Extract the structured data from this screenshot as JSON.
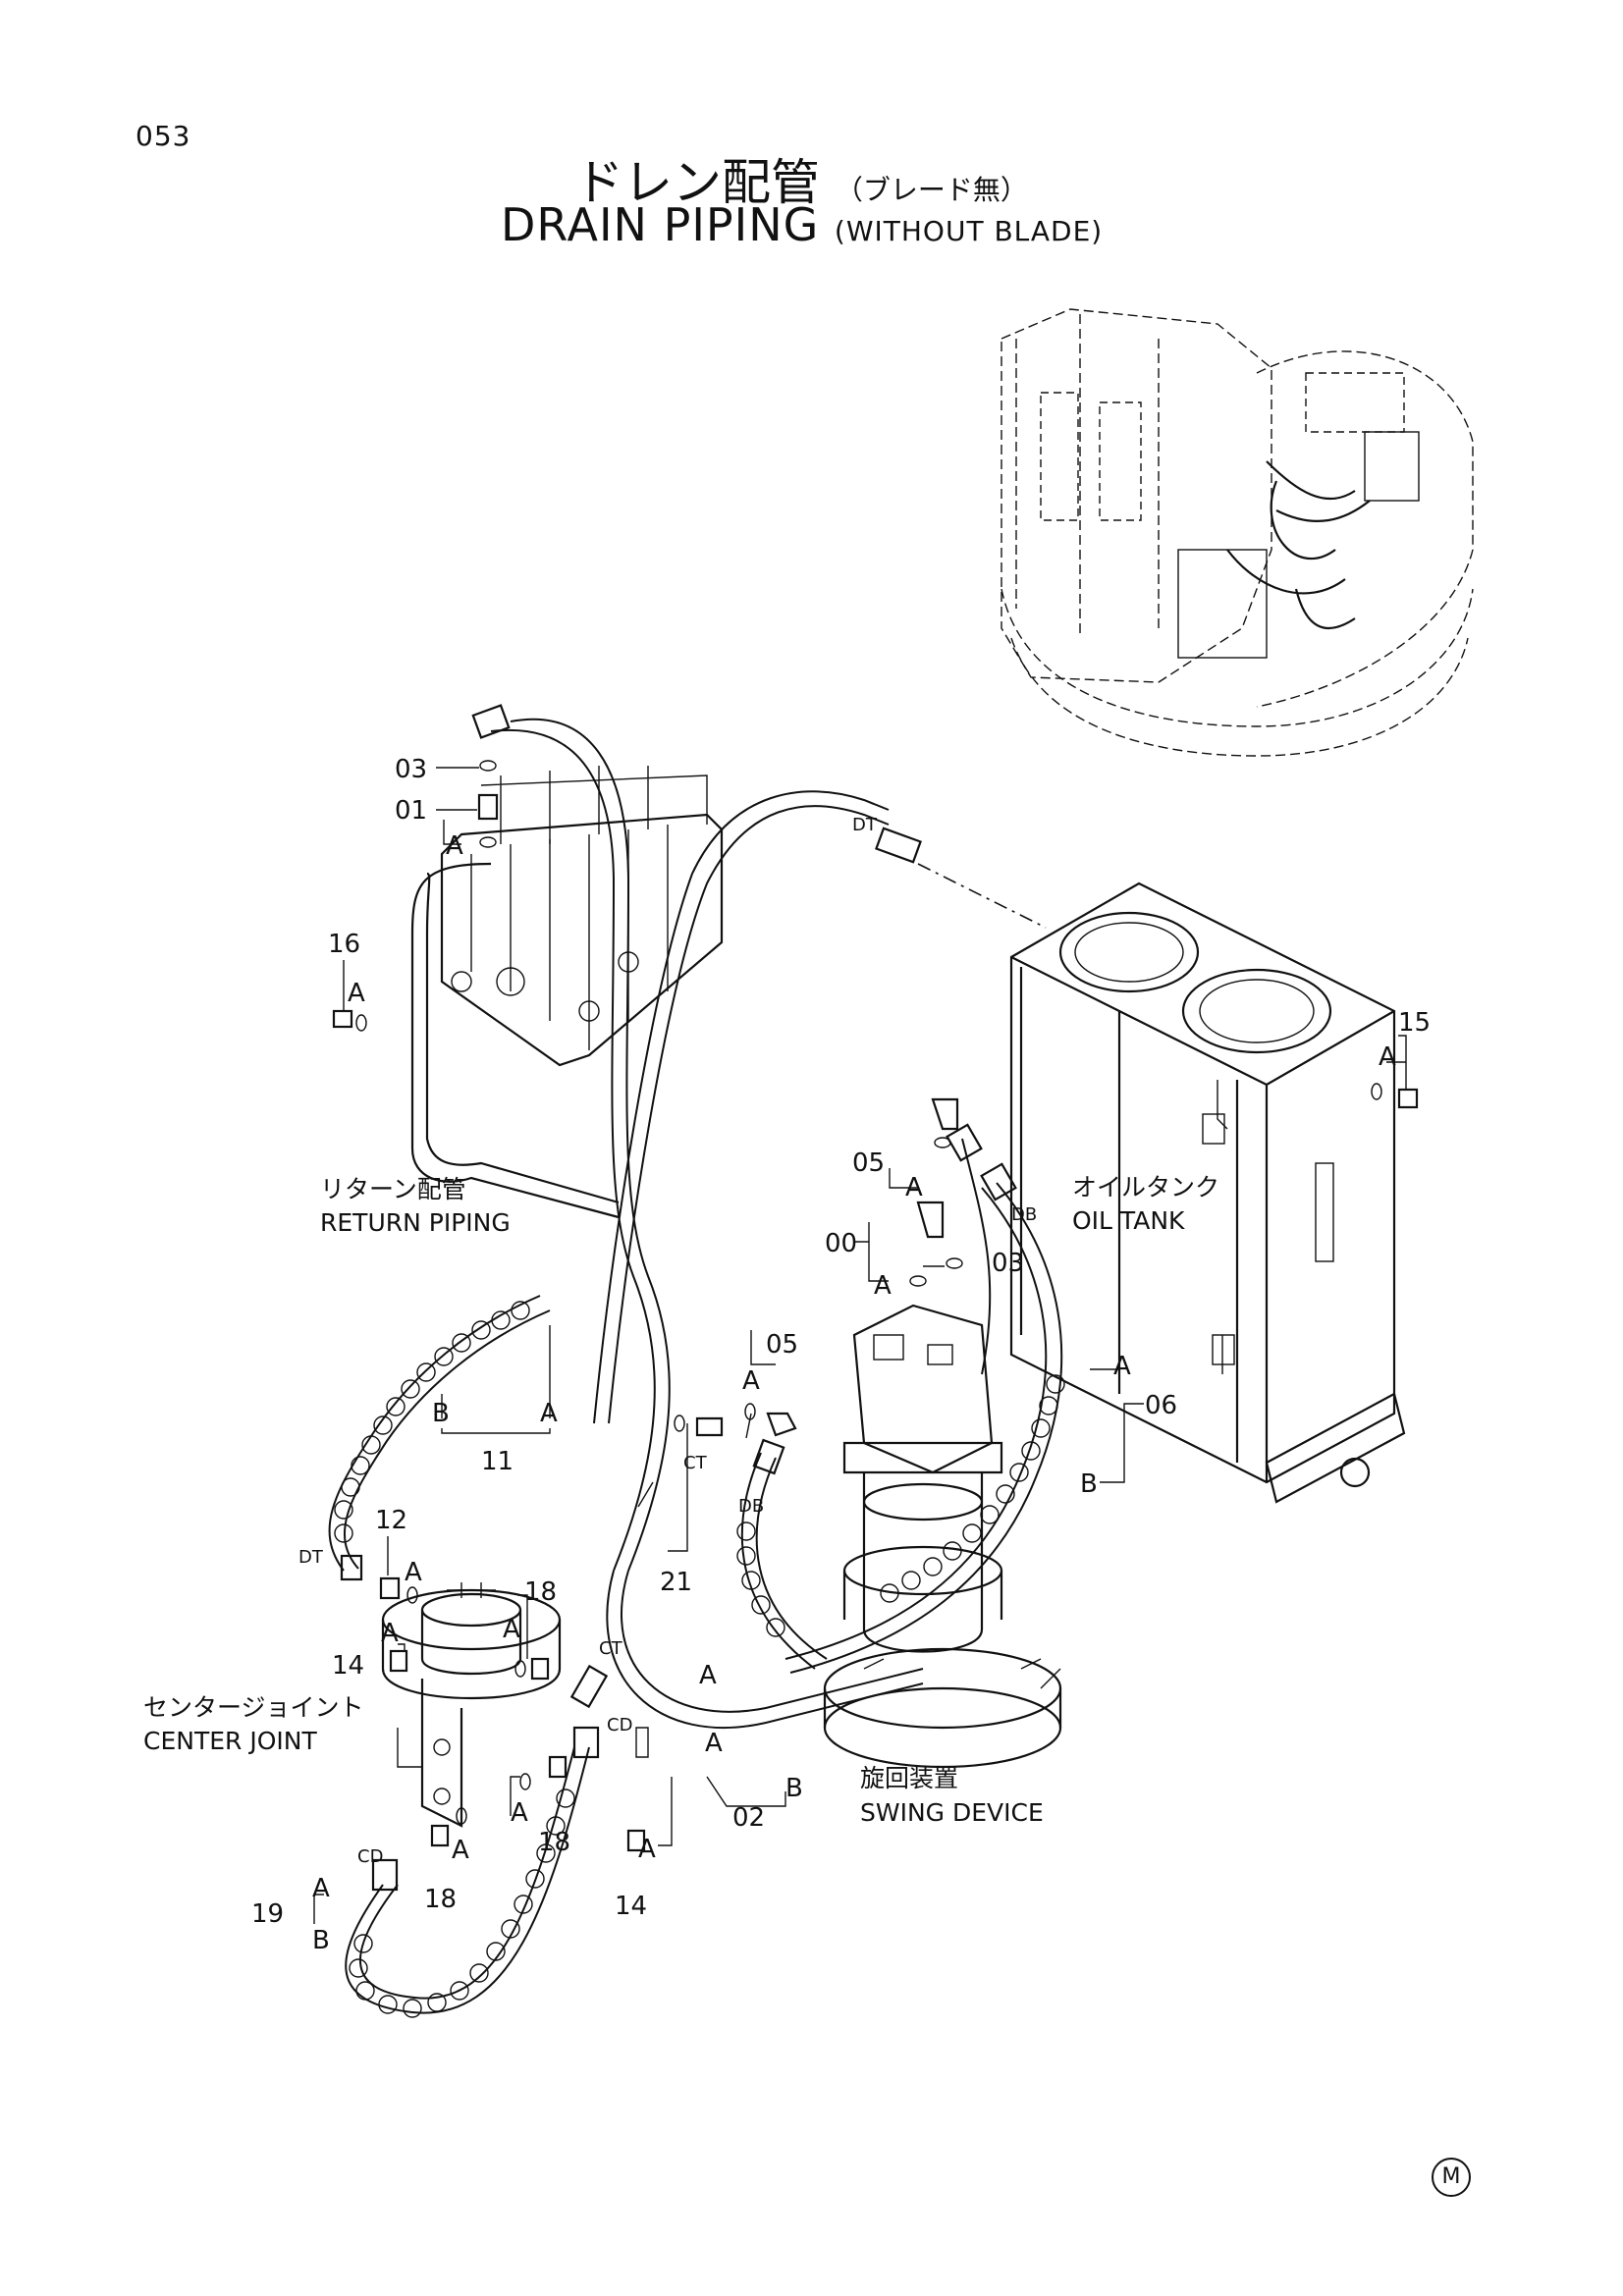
{
  "page_number": "053",
  "title_jp": {
    "main": "ドレン配管",
    "sub": "（ブレード無）"
  },
  "title_en": {
    "main": "DRAIN PIPING",
    "sub": "(WITHOUT BLADE)"
  },
  "labels": {
    "return_piping_jp": "リターン配管",
    "return_piping_en": "RETURN PIPING",
    "oil_tank_jp": "オイルタンク",
    "oil_tank_en": "OIL TANK",
    "center_joint_jp": "センタージョイント",
    "center_joint_en": "CENTER JOINT",
    "swing_device_jp": "旋回装置",
    "swing_device_en": "SWING DEVICE"
  },
  "port_tags": {
    "dt": "DT",
    "db": "DB",
    "ct": "CT",
    "cd": "CD",
    "a": "A",
    "b": "B"
  },
  "callouts": {
    "p00": "00",
    "p01": "01",
    "p02": "02",
    "p03": "03",
    "p05": "05",
    "p06": "06",
    "p11": "11",
    "p12": "12",
    "p14": "14",
    "p15": "15",
    "p16": "16",
    "p18": "18",
    "p19": "19",
    "p21": "21"
  },
  "copyright_mark": "M"
}
